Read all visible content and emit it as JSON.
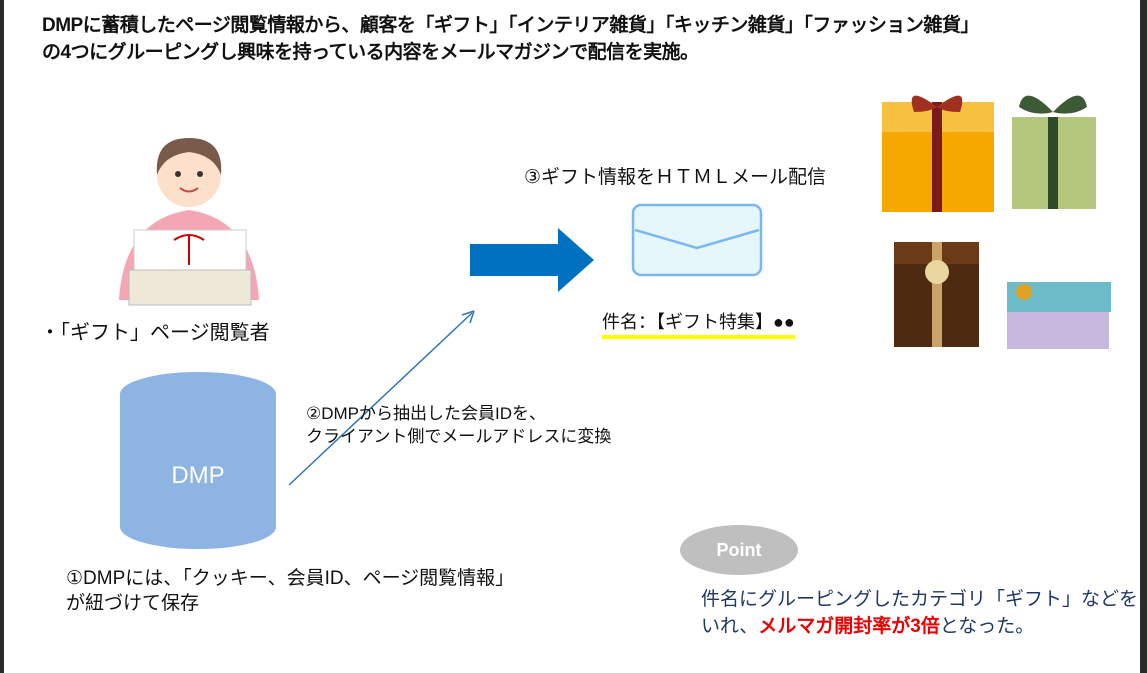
{
  "title": {
    "line1": "DMPに蓄積したページ閲覧情報から、顧客を「ギフト」「インテリア雑貨」「キッチン雑貨」「ファッション雑貨」",
    "line2": "の4つにグルーピングし興味を持っている内容をメールマガジンで配信を実施。"
  },
  "viewer_label": "・「ギフト」ページ閲覧者",
  "dmp": {
    "label": "DMP",
    "color": "#8eb4e3"
  },
  "step1": {
    "line1": "①DMPには、「クッキー、会員ID、ページ閲覧情報」",
    "line2": "が紐づけて保存"
  },
  "step2": {
    "line1": "②DMPから抽出した会員IDを、",
    "line2": "クライアント側でメールアドレスに変換"
  },
  "step3": "③ギフト情報をＨＴＭＬメール配信",
  "subject": "件名：【ギフト特集】●●",
  "point": {
    "badge": "Point",
    "line1": "件名にグルーピングしたカテゴリ「ギフト」などを",
    "line2_pre": "いれ、",
    "line2_highlight": "メルマガ開封率が3倍",
    "line2_post": "となった。"
  },
  "colors": {
    "arrow": "#0070c0",
    "highlight": "#ffff00",
    "accent_red": "#e00000",
    "point_text": "#1f3864"
  }
}
